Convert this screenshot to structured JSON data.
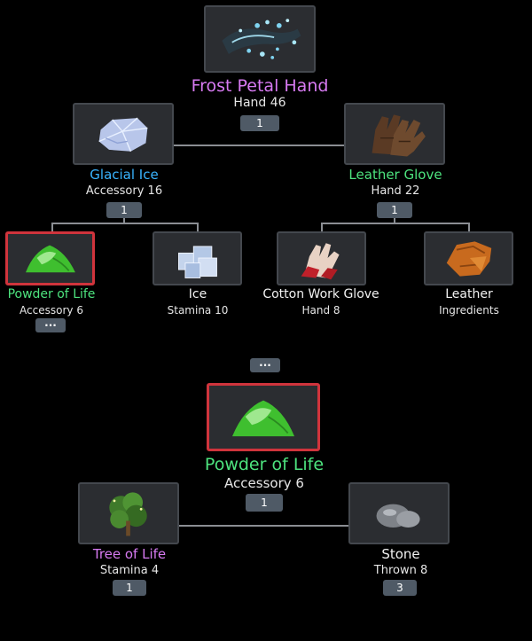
{
  "top_tree": {
    "root": {
      "name": "Frost Petal Hand",
      "category": "Hand 46",
      "qty": "1",
      "icon": "frost-petal-hand-icon"
    },
    "left": {
      "name": "Glacial Ice",
      "category": "Accessory 16",
      "qty": "1",
      "icon": "glacial-ice-icon"
    },
    "right": {
      "name": "Leather Glove",
      "category": "Hand 22",
      "qty": "1",
      "icon": "leather-glove-icon"
    },
    "leaves": [
      {
        "name": "Powder of Life",
        "category": "Accessory 6",
        "more": "···",
        "icon": "powder-of-life-icon",
        "selected": true
      },
      {
        "name": "Ice",
        "category": "Stamina 10",
        "icon": "ice-cubes-icon"
      },
      {
        "name": "Cotton Work Glove",
        "category": "Hand 8",
        "icon": "cotton-work-glove-icon"
      },
      {
        "name": "Leather",
        "category": "Ingredients",
        "icon": "leather-icon"
      }
    ]
  },
  "ellipsis_button": "···",
  "bottom_tree": {
    "root": {
      "name": "Powder of Life",
      "category": "Accessory 6",
      "qty": "1",
      "icon": "powder-of-life-icon",
      "selected": true
    },
    "left": {
      "name": "Tree of Life",
      "category": "Stamina 4",
      "qty": "1",
      "icon": "tree-of-life-icon"
    },
    "right": {
      "name": "Stone",
      "category": "Thrown 8",
      "qty": "3",
      "icon": "stone-icon"
    }
  },
  "colors": {
    "rare": "#d77af2",
    "uncommon": "#39b4ff",
    "common_green": "#4de37e",
    "selected_border": "#d0343c"
  }
}
